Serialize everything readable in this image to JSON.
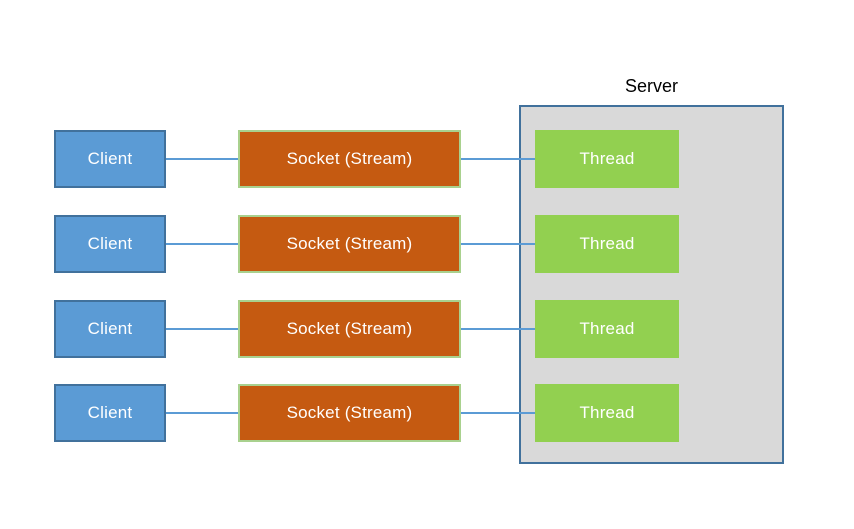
{
  "server": {
    "label": "Server"
  },
  "rows": [
    {
      "client": "Client",
      "socket": "Socket (Stream)",
      "thread": "Thread"
    },
    {
      "client": "Client",
      "socket": "Socket (Stream)",
      "thread": "Thread"
    },
    {
      "client": "Client",
      "socket": "Socket (Stream)",
      "thread": "Thread"
    },
    {
      "client": "Client",
      "socket": "Socket (Stream)",
      "thread": "Thread"
    }
  ],
  "colors": {
    "client_fill": "#5B9BD5",
    "client_border": "#41719C",
    "socket_fill": "#C55A11",
    "socket_border": "#A9D18E",
    "thread_fill": "#92D050",
    "server_fill": "#D9D9D9",
    "server_border": "#41719C",
    "connector": "#5B9BD5",
    "server_label_text": "#000000",
    "box_text": "#FFFFFF"
  }
}
